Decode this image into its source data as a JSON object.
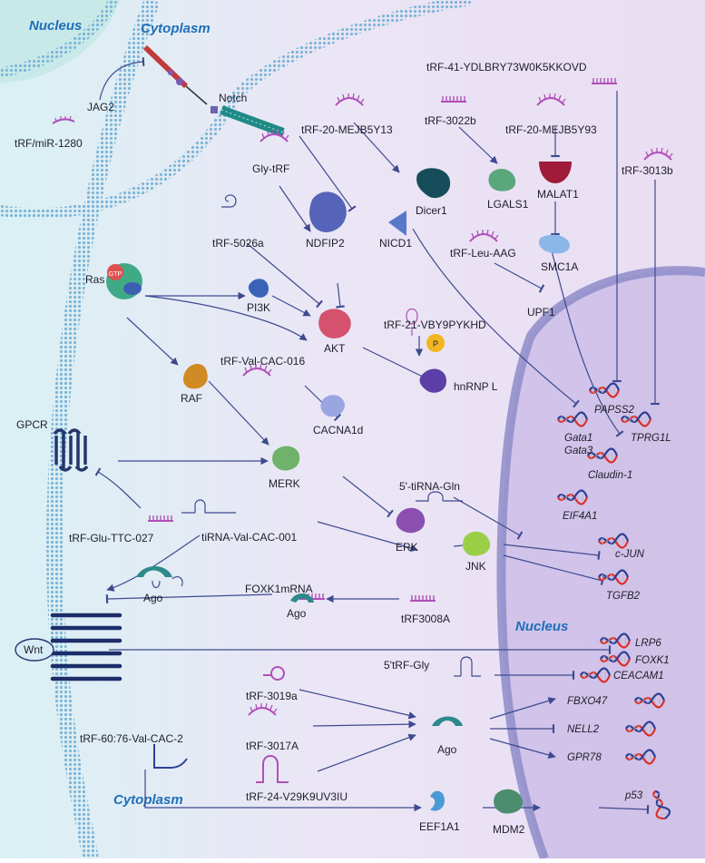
{
  "regions": {
    "nucleus_top": "Nucleus",
    "cytoplasm_top": "Cytoplasm",
    "nucleus_right": "Nucleus",
    "cytoplasm_bottom": "Cytoplasm"
  },
  "labels": {
    "trf_mir1280": "tRF/miR-1280",
    "jag2": "JAG2",
    "notch": "Notch",
    "ras": "Ras",
    "gtp": "GTP",
    "gpcr": "GPCR",
    "wnt": "Wnt",
    "trf20_mejb5y13": "tRF-20-MEJB5Y13",
    "trf3022b": "tRF-3022b",
    "trf41": "tRF-41-YDLBRY73W0K5KKOVD",
    "trf20_mejb5y93": "tRF-20-MEJB5Y93",
    "gly_trf": "Gly-tRF",
    "trf5026a": "tRF-5026a",
    "ndfip2": "NDFIP2",
    "nicd1": "NICD1",
    "dicer1": "Dicer1",
    "lgals1": "LGALS1",
    "malat1": "MALAT1",
    "trf3013b": "tRF-3013b",
    "trf_leu_aag": "tRF-Leu-AAG",
    "smc1a": "SMC1A",
    "upf1": "UPF1",
    "pi3k": "PI3K",
    "trf21": "tRF-21-VBY9PYKHD",
    "akt": "AKT",
    "p": "P",
    "hnrnpl": "hnRNP L",
    "raf": "RAF",
    "trf_val_cac_016": "tRF-Val-CAC-016",
    "cacna1d": "CACNA1d",
    "merk": "MERK",
    "tirna_gln": "5'-tiRNA-Gln",
    "trf_glu_ttc_027": "tRF-Glu-TTC-027",
    "tirna_val_cac_001": "tiRNA-Val-CAC-001",
    "erk": "ERK",
    "jnk": "JNK",
    "ago1": "Ago",
    "foxk1mrna": "FOXK1mRNA",
    "ago2": "Ago",
    "trf3008a": "tRF3008A",
    "trf_5_gly": "5'tRF-Gly",
    "trf3019a": "tRF-3019a",
    "trf3017a": "tRF-3017A",
    "trf60": "tRF-60:76-Val-CAC-2",
    "trf24": "tRF-24-V29K9UV3IU",
    "ago3": "Ago",
    "eef1a1": "EEF1A1",
    "mdm2": "MDM2"
  },
  "genes": {
    "papss2": "PAPSS2",
    "tprg1l": "TPRG1L",
    "gata1": "Gata1",
    "gata3": "Gata3",
    "claudin1": "Claudin-1",
    "eif4a1": "EIF4A1",
    "cjun": "c-JUN",
    "tgfb2": "TGFB2",
    "lrp6": "LRP6",
    "foxk1": "FOXK1",
    "ceacam1": "CEACAM1",
    "fbxo47": "FBXO47",
    "nell2": "NELL2",
    "gpr78": "GPR78",
    "p53": "p53"
  },
  "icons": [
    "trna-fragment-icon",
    "dna-helix-icon",
    "protein-blob-icon",
    "receptor-icon",
    "cell-membrane"
  ],
  "colors": {
    "arrow": "#3d4a8f",
    "trf": "#b04fb8",
    "dna_red": "#d9312b",
    "dna_blue": "#2d3f95",
    "membrane": "#8fc1df",
    "region_text": "#1f6fb8"
  }
}
